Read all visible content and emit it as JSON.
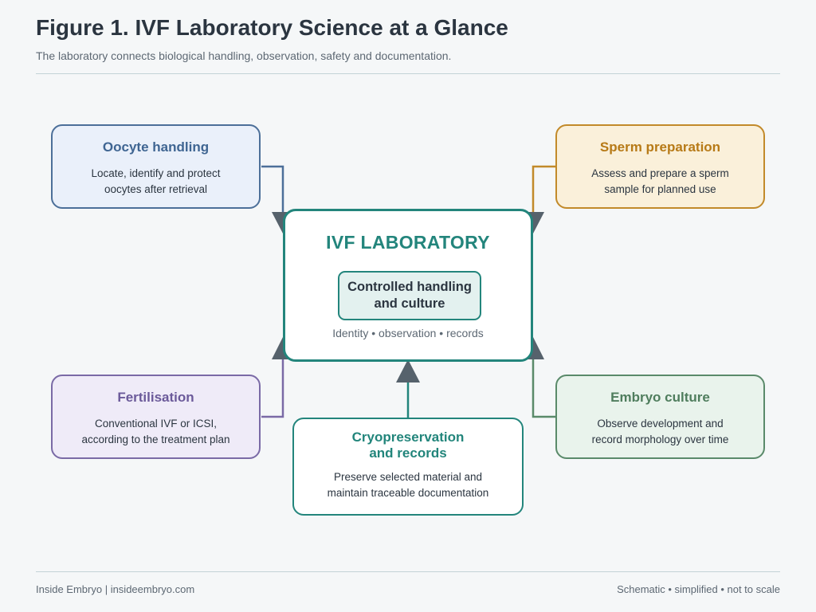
{
  "header": {
    "title": "Figure 1. IVF Laboratory Science at a Glance",
    "subtitle": "The laboratory connects biological handling, observation, safety and documentation."
  },
  "center": {
    "title": "IVF LABORATORY",
    "inner_line1": "Controlled handling",
    "inner_line2": "and culture",
    "caption": "Identity • observation • records"
  },
  "nodes": {
    "oocyte": {
      "title": "Oocyte handling",
      "line1": "Locate, identify and protect",
      "line2": "oocytes after retrieval"
    },
    "sperm": {
      "title": "Sperm preparation",
      "line1": "Assess and prepare a sperm",
      "line2": "sample for planned use"
    },
    "fertilisation": {
      "title": "Fertilisation",
      "line1": "Conventional IVF or ICSI,",
      "line2": "according to the treatment plan"
    },
    "embryo": {
      "title": "Embryo culture",
      "line1": "Observe development and",
      "line2": "record morphology over time"
    },
    "cryo": {
      "title_line1": "Cryopreservation",
      "title_line2": "and records",
      "line1": "Preserve selected material and",
      "line2": "maintain traceable documentation"
    }
  },
  "footer": {
    "left": "Inside Embryo | insideembryo.com",
    "right": "Schematic • simplified • not to scale"
  },
  "colors": {
    "accent": "#23857c",
    "oocyte": "#4c6f99",
    "sperm": "#c28a2a",
    "fertilisation": "#7a6aa6",
    "embryo": "#5a8a6a",
    "arrowhead": "#56626c"
  }
}
